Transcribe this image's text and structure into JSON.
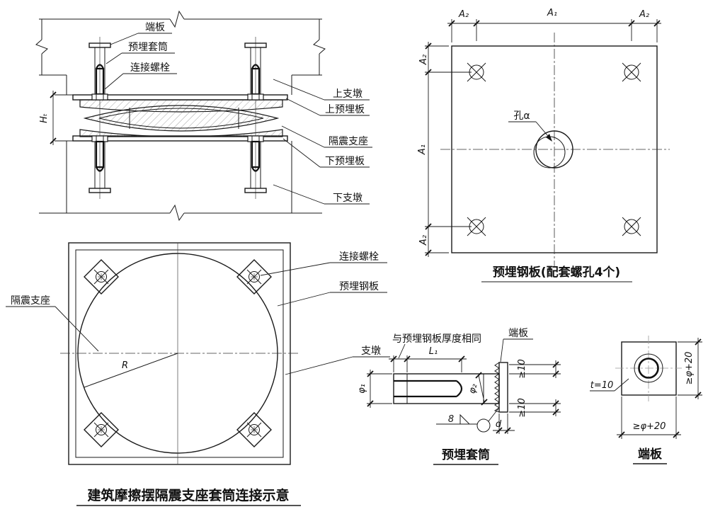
{
  "title": "建筑摩擦摆隔震支座套筒连接示意",
  "colors": {
    "line": "#1a1a1a",
    "background": "#ffffff"
  },
  "section_view": {
    "labels": {
      "end_plate": "端板",
      "sleeve": "预埋套筒",
      "bolt": "连接螺栓",
      "upper_pier": "上支墩",
      "upper_plate": "上预埋板",
      "bearing": "隔震支座",
      "lower_plate": "下预埋板",
      "lower_pier": "下支墩"
    },
    "dims": {
      "height": "Hₜ"
    }
  },
  "plate_plan": {
    "caption": "预埋钢板(配套螺孔4个)",
    "hole_label": "孔α",
    "dims": {
      "top": [
        "A₂",
        "A₁",
        "A₂"
      ],
      "left": [
        "A₂",
        "A₁",
        "A₂"
      ]
    }
  },
  "bearing_plan": {
    "caption": "建筑摩擦摆隔震支座套筒连接示意",
    "labels": {
      "bearing": "隔震支座",
      "bolt": "连接螺栓",
      "plate": "预埋钢板",
      "pier": "支墩"
    },
    "dims": {
      "radius": "R"
    }
  },
  "sleeve_detail": {
    "caption": "预埋套筒",
    "labels": {
      "thickness_note": "与预埋钢板厚度相同",
      "end_plate": "端板"
    },
    "dims": {
      "length": "L₁",
      "d1": "φ₁",
      "d2": "φ₂",
      "edge_top": "≥10",
      "edge_bottom": "≥10",
      "plate_thickness": "d",
      "weld_size": "8"
    }
  },
  "endplate_detail": {
    "caption": "端板",
    "dims": {
      "thickness": "t=10",
      "height": "≥φ+20",
      "width": "≥φ+20"
    }
  }
}
